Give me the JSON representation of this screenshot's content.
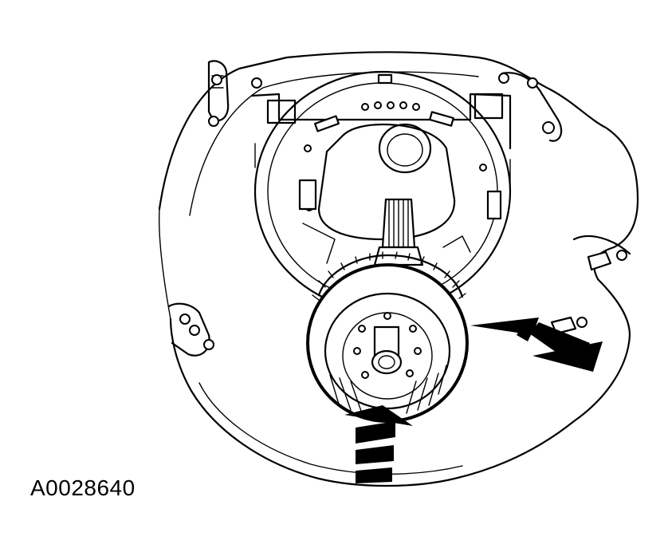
{
  "figure": {
    "code": "A0028640"
  },
  "colors": {
    "ink": "#000000",
    "background": "#ffffff"
  },
  "callouts": [
    {
      "name": "arrow-right-indicator",
      "icon": "triple-arrow-left-icon"
    },
    {
      "name": "arrow-bottom-indicator",
      "icon": "triple-arrow-up-icon"
    }
  ]
}
